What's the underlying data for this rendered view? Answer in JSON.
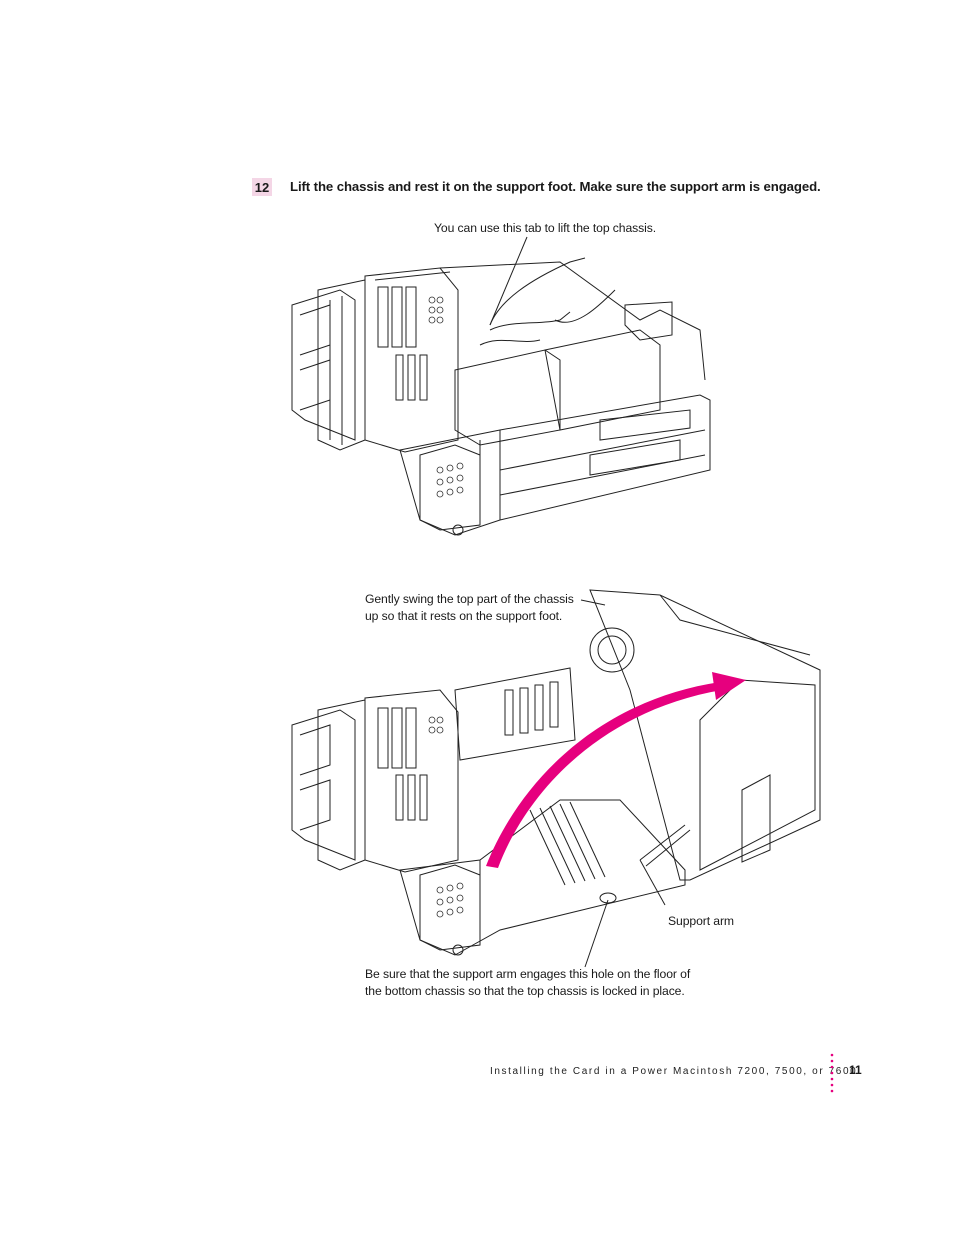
{
  "step": {
    "number": "12",
    "instruction": "Lift the chassis and rest it on the support foot. Make sure the support arm is engaged."
  },
  "callouts": {
    "tab": "You can use this tab to lift the top chassis.",
    "swing_line1": "Gently swing the top part of the chassis",
    "swing_line2": "up so that it rests on the support foot.",
    "support_arm": "Support arm",
    "hole_line1": "Be sure that the support arm engages this hole on the floor of",
    "hole_line2": "the bottom chassis so that the top chassis is locked in place."
  },
  "footer": {
    "running_head": "Installing the Card in a Power Macintosh 7200, 7500, or 7600",
    "page_number": "11"
  },
  "colors": {
    "accent": "#e6007e",
    "badge": "#f4d6e6"
  },
  "illustrations": [
    {
      "name": "chassis-closed-lift-illustration"
    },
    {
      "name": "chassis-open-support-arm-illustration"
    }
  ]
}
